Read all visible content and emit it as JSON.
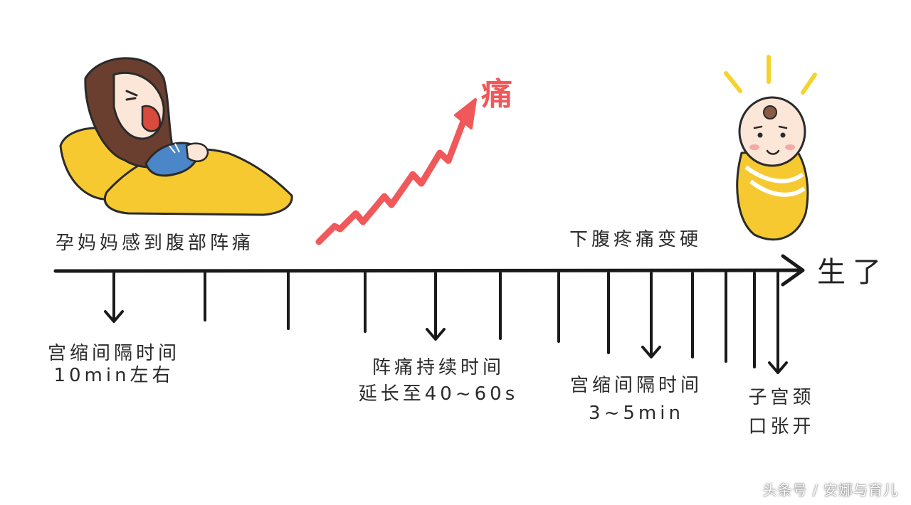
{
  "labels": {
    "start": "孕妈妈感到腹部阵痛",
    "pain": "痛",
    "hard": "下腹疼痛变硬",
    "born": "生了",
    "interval1_line1": "宫缩间隔时间",
    "interval1_line2": "10min左右",
    "duration_line1": "阵痛持续时间",
    "duration_line2": "延长至40~60s",
    "interval2_line1": "宫缩间隔时间",
    "interval2_line2": "3~5min",
    "cervix_line1": "子宫颈",
    "cervix_line2": "口张开"
  },
  "watermark": "头条号 / 安娜与育儿",
  "colors": {
    "pain_arrow": "#f0585a",
    "blanket": "#f6c930",
    "hair": "#6b3f30",
    "pajamas": "#4a86c8",
    "line": "#1a1a1a"
  },
  "icons": [
    "pregnant-woman-in-bed-illustration",
    "pain-zigzag-arrow",
    "swaddled-baby-illustration",
    "glow-rays-icon"
  ]
}
